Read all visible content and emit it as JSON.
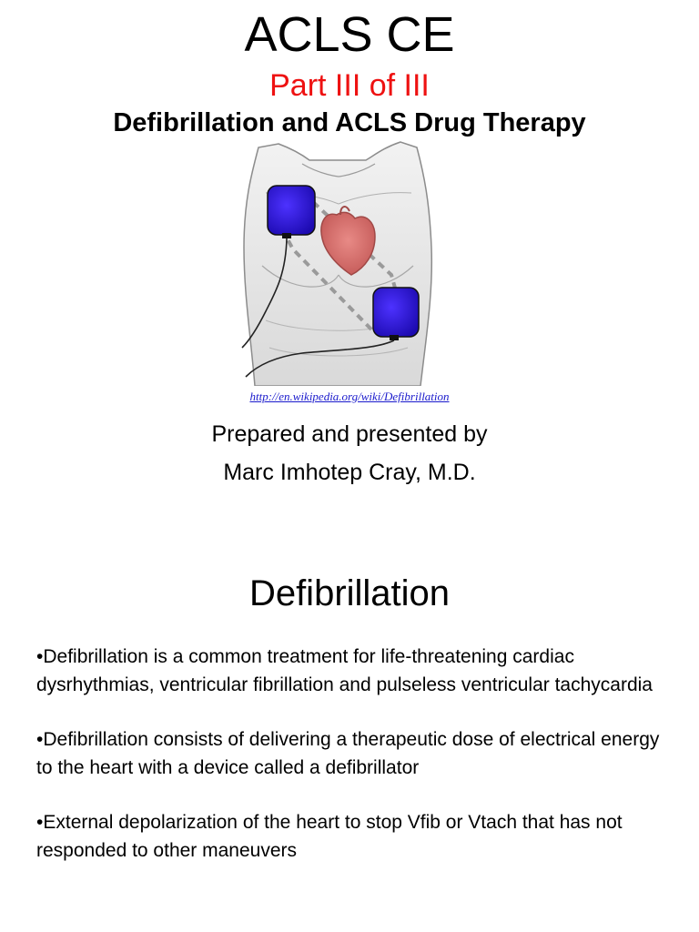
{
  "slide1": {
    "title": "ACLS CE",
    "subtitle": "Part III of III",
    "topic": "Defibrillation and ACLS Drug Therapy",
    "source_link": "http://en.wikipedia.org/wiki/Defibrillation",
    "prepared_line": "Prepared and presented by",
    "author": "Marc Imhotep Cray, M.D."
  },
  "slide2": {
    "title": "Defibrillation",
    "bullets": [
      "•Defibrillation is a common treatment for life-threatening cardiac dysrhythmias, ventricular fibrillation and pulseless ventricular tachycardia",
      "•Defibrillation consists of delivering a therapeutic dose of electrical energy to the heart with a device called a defibrillator",
      "•External depolarization of the heart to stop Vfib or Vtach that has not responded to other maneuvers"
    ]
  },
  "colors": {
    "subtitle": "#ee1111",
    "link": "#1a1acc",
    "pad": "#2a10d8",
    "heart": "#d9716f"
  }
}
